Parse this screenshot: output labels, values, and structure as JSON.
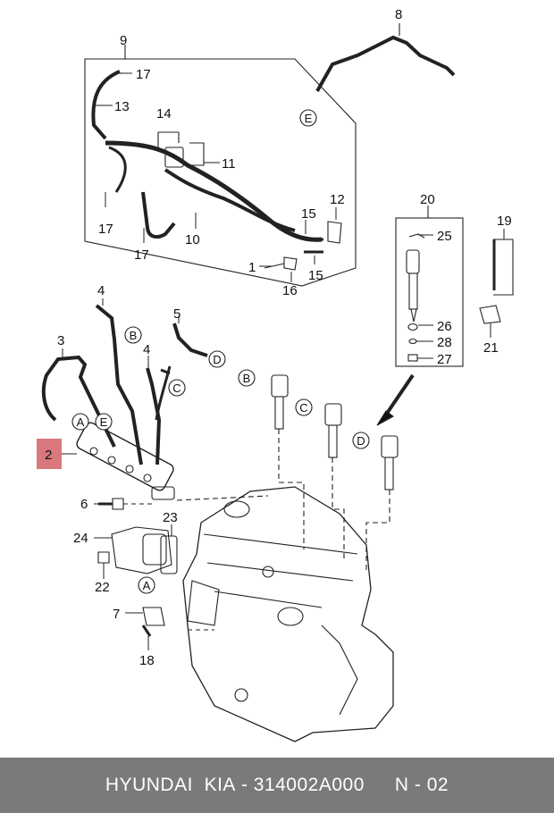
{
  "diagram": {
    "callouts": [
      "1",
      "2",
      "3",
      "4",
      "4",
      "5",
      "6",
      "7",
      "8",
      "9",
      "10",
      "11",
      "12",
      "13",
      "14",
      "15",
      "15",
      "16",
      "17",
      "17",
      "17",
      "18",
      "19",
      "20",
      "21",
      "22",
      "23",
      "24",
      "25",
      "26",
      "27",
      "28"
    ],
    "reference_letters": [
      "A",
      "A",
      "B",
      "B",
      "C",
      "C",
      "D",
      "D",
      "E",
      "E"
    ],
    "highlighted_part": "2",
    "highlight_color": "#d9797d"
  },
  "footer": {
    "brand": "HYUNDAI  KIA",
    "part_number": "- 314002A000",
    "page": "N - 02"
  }
}
